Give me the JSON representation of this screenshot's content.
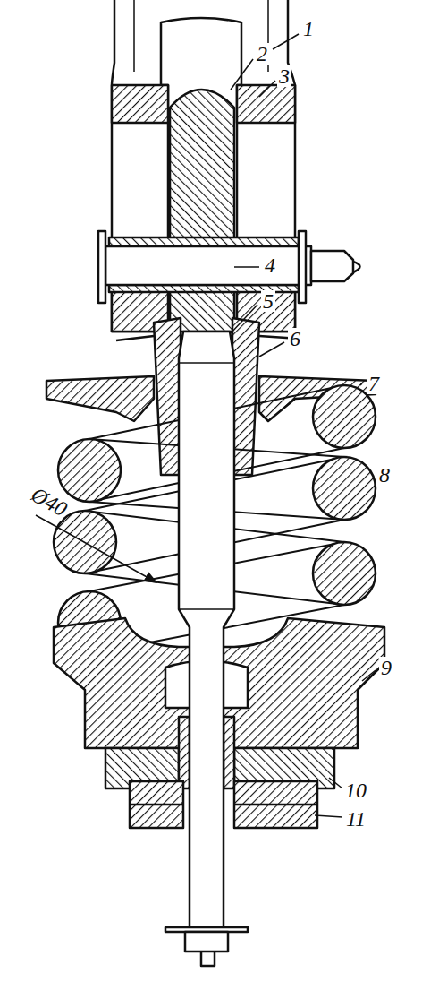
{
  "diagram": {
    "labels": [
      "1",
      "2",
      "3",
      "4",
      "5",
      "6",
      "7",
      "8",
      "9",
      "10",
      "11",
      "Ø40"
    ]
  }
}
